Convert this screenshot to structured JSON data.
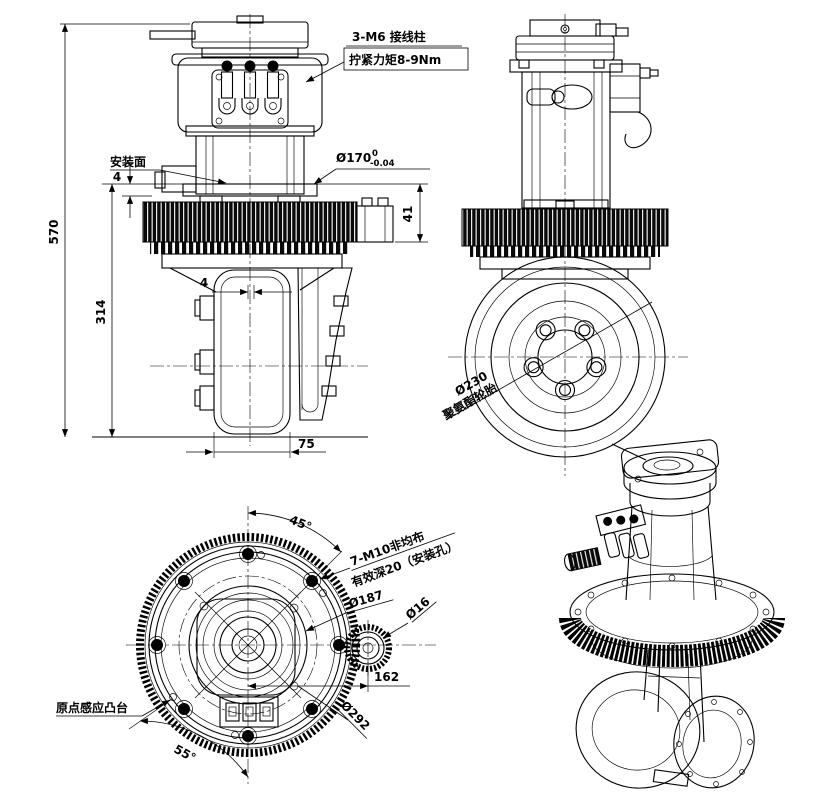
{
  "meta": {
    "background": "#ffffff",
    "ink": "#000000",
    "drawing_type": "AGV steering drive wheel unit, 4 views"
  },
  "front_view": {
    "terminal_note_line1": "3-M6 接线柱",
    "terminal_note_line2": "拧紧力矩8-9Nm",
    "mounting_face_label": "安装面",
    "dims": {
      "total_height": "570",
      "mounting_height": "314",
      "face_step": "4",
      "flange_dia": "Ø170",
      "flange_tol_upper": "0",
      "flange_tol_lower": "-0.04",
      "gear_height": "41",
      "wheel_offset": "4",
      "wheel_width": "75"
    }
  },
  "side_view": {
    "tire_dia": "Ø230",
    "tire_material": "聚氨酯轮胎"
  },
  "top_view": {
    "angle_right": "45°",
    "hole_note_line1": "7-M10非均布",
    "hole_note_line2": "有效深20（安装孔）",
    "bolt_circle_dia": "Ø187",
    "pinion_dia": "Ø16",
    "pinion_center_distance": "162",
    "gear_outer_dia": "Ø292",
    "origin_boss_label": "原点感应凸台",
    "angle_left": "55°"
  }
}
